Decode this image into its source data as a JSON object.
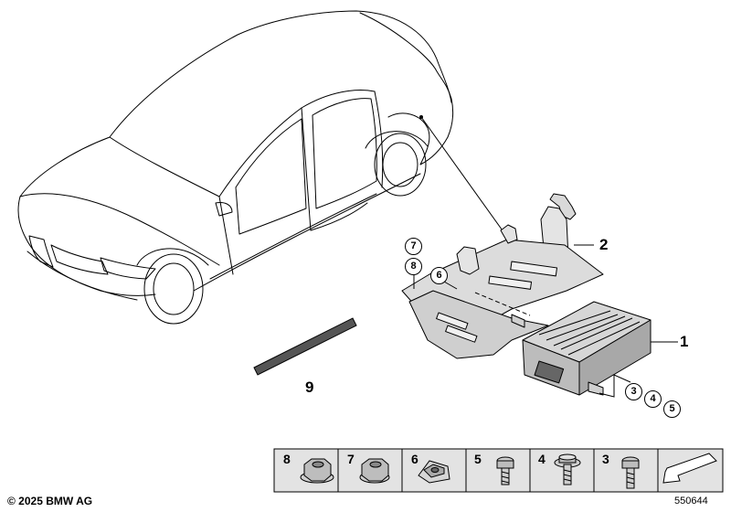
{
  "callouts": {
    "c1": "1",
    "c2": "2",
    "c3": "3",
    "c4": "4",
    "c5": "5",
    "c6": "6",
    "c7": "7",
    "c8": "8",
    "c9": "9"
  },
  "parts_table": {
    "cells": [
      "8",
      "7",
      "6",
      "5",
      "4",
      "3"
    ]
  },
  "footer": {
    "copyright": "© 2025 BMW AG",
    "image_id": "550644"
  },
  "colors": {
    "line": "#000000",
    "part_fill": "#d9d9d9",
    "table_fill": "#e3e3e3",
    "strip_fill": "#555555"
  }
}
